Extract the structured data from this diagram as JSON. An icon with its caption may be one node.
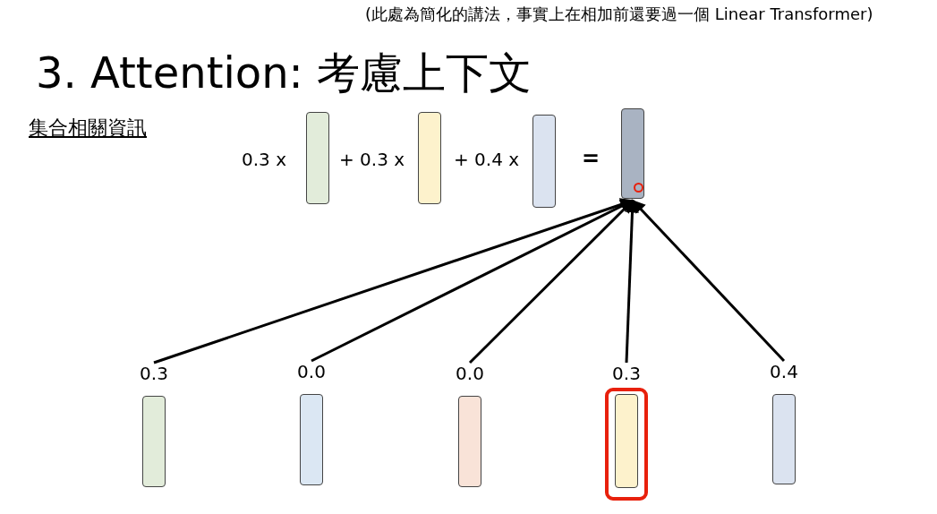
{
  "diagram": {
    "title": "3. Attention: 考慮上下文",
    "nodes": [
      {
        "text": [],
        "shape": "bar"
      },
      {
        "text": [],
        "shape": "bar"
      },
      {
        "text": [],
        "shape": "bar"
      },
      {
        "text": [],
        "shape": "bar"
      },
      {
        "text": [],
        "shape": "bar",
        "beside": [
          "0.3"
        ]
      },
      {
        "text": [],
        "shape": "bar",
        "beside": [
          "0.0"
        ]
      },
      {
        "text": [],
        "shape": "bar",
        "beside": [
          "0.0"
        ]
      },
      {
        "text": [],
        "shape": "bar",
        "beside": [
          "0.3"
        ]
      },
      {
        "text": [],
        "shape": "bar",
        "beside": [
          "0.4"
        ]
      }
    ],
    "edges": [
      {
        "from": 4,
        "to": 3,
        "arrow": "to"
      },
      {
        "from": 5,
        "to": 3,
        "arrow": "to"
      },
      {
        "from": 6,
        "to": 3,
        "arrow": "to"
      },
      {
        "from": 7,
        "to": 3,
        "arrow": "to"
      },
      {
        "from": 8,
        "to": 3,
        "arrow": "to"
      }
    ],
    "labels": [
      "(此處為簡化的講法，事實上在相加前還要過一個 Linear Transformer)",
      "集合相關資訊",
      "0.3 x",
      "+ 0.3 x",
      "+ 0.4 x",
      "="
    ]
  }
}
